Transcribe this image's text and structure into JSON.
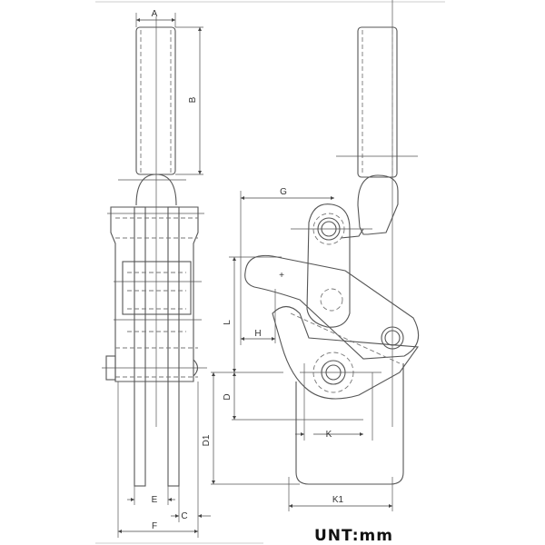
{
  "drawing": {
    "dimensions": {
      "A": "A",
      "B": "B",
      "G": "G",
      "L": "L",
      "H": "H",
      "D": "D",
      "D1": "D1",
      "K": "K",
      "K1": "K1",
      "E": "E",
      "F": "F",
      "C": "C"
    },
    "unit_label": "UNT:mm"
  }
}
